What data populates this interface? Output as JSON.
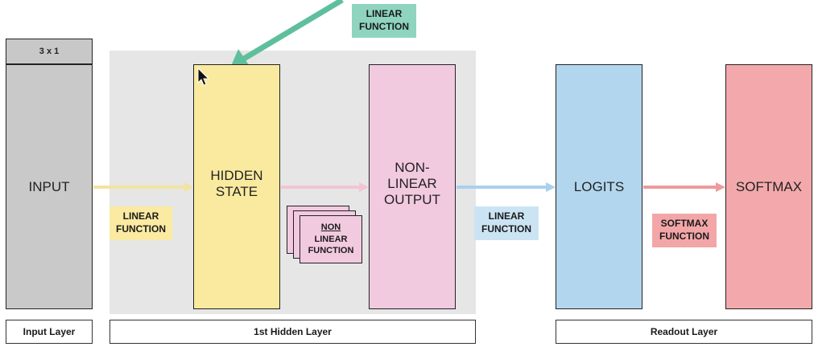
{
  "input_dimension": "3 x 1",
  "blocks": {
    "input": "INPUT",
    "hidden_state": "HIDDEN\nSTATE",
    "non_linear_output": "NON-\nLINEAR\nOUTPUT",
    "logits": "LOGITS",
    "softmax": "SOFTMAX"
  },
  "functions": {
    "top_linear": "LINEAR\nFUNCTION",
    "input_to_hidden": "LINEAR\nFUNCTION",
    "non_linear_line1": "NON",
    "non_linear_line2": "LINEAR",
    "non_linear_line3": "FUNCTION",
    "output_to_logits": "LINEAR\nFUNCTION",
    "softmax_function": "SOFTMAX\nFUNCTION"
  },
  "layers": {
    "input": "Input Layer",
    "hidden": "1st Hidden Layer",
    "readout": "Readout Layer"
  },
  "colors": {
    "input": "#c9c9c9",
    "hidden_state": "#faea9f",
    "non_linear_output": "#f2cae0",
    "logits": "#b3d6ef",
    "softmax": "#f3a9ab",
    "arrow_green": "#5fbf9d",
    "arrow_yellow": "#f3e3a0",
    "arrow_pink": "#f4c4d2",
    "arrow_blue": "#a9d0ec",
    "arrow_red": "#ef9a9c"
  }
}
